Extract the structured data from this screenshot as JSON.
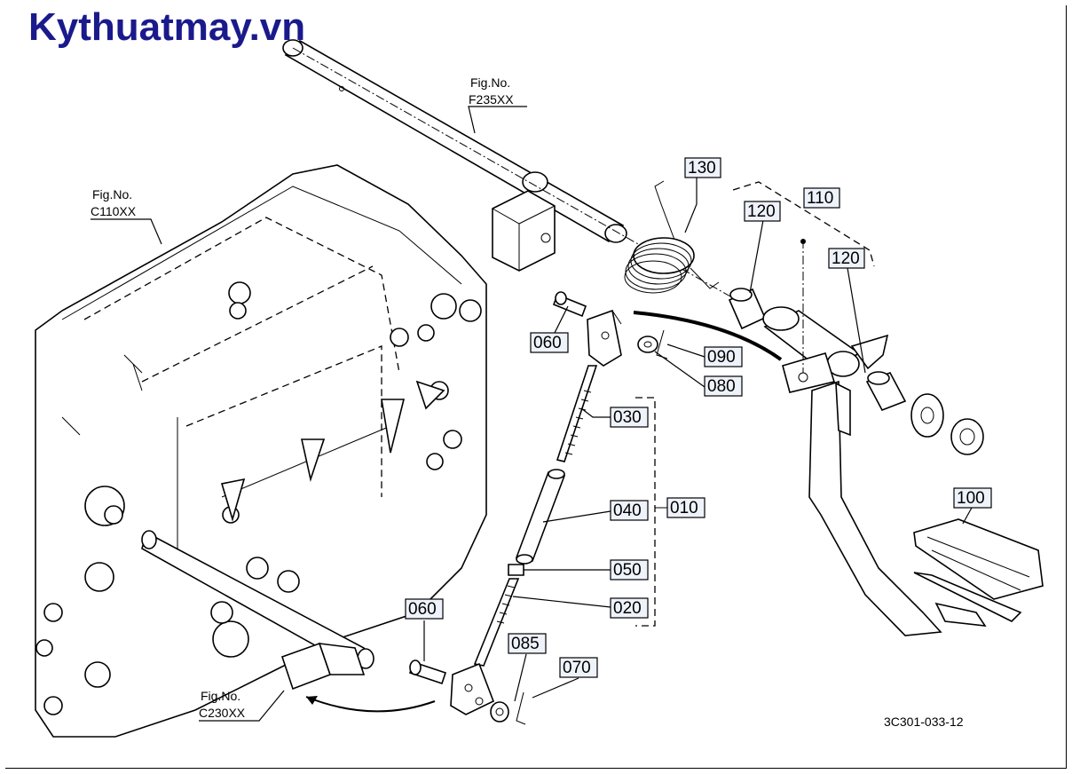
{
  "watermark": "Kythuatmay.vn",
  "drawing_code": "3C301-033-12",
  "figure_refs": [
    {
      "id": "f235",
      "line1": "Fig.No.",
      "line2": "F235XX"
    },
    {
      "id": "c110",
      "line1": "Fig.No.",
      "line2": "C110XX"
    },
    {
      "id": "c230",
      "line1": "Fig.No.",
      "line2": "C230XX"
    }
  ],
  "part_labels": [
    {
      "id": "p130",
      "text": "130"
    },
    {
      "id": "p110",
      "text": "110"
    },
    {
      "id": "p120a",
      "text": "120"
    },
    {
      "id": "p120b",
      "text": "120"
    },
    {
      "id": "p060a",
      "text": "060"
    },
    {
      "id": "p090",
      "text": "090"
    },
    {
      "id": "p080",
      "text": "080"
    },
    {
      "id": "p030",
      "text": "030"
    },
    {
      "id": "p040",
      "text": "040"
    },
    {
      "id": "p010",
      "text": "010"
    },
    {
      "id": "p050",
      "text": "050"
    },
    {
      "id": "p020",
      "text": "020"
    },
    {
      "id": "p060b",
      "text": "060"
    },
    {
      "id": "p085",
      "text": "085"
    },
    {
      "id": "p070",
      "text": "070"
    },
    {
      "id": "p100",
      "text": "100"
    }
  ]
}
